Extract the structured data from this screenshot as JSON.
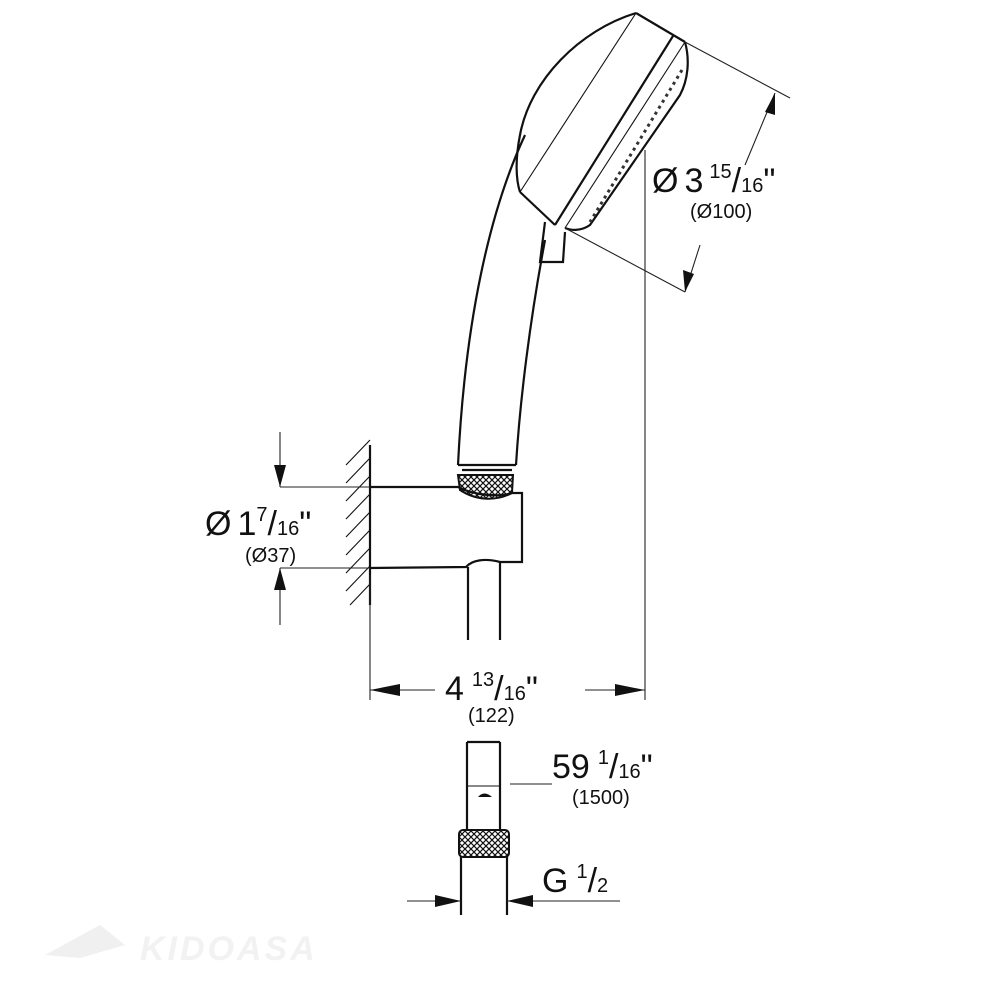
{
  "dimensions": {
    "head_diameter": {
      "symbol": "Ø",
      "whole": "3",
      "num": "15",
      "slash": "/",
      "den": "16",
      "unit": "\"",
      "metric": "(Ø100)"
    },
    "bracket_diameter": {
      "symbol": "Ø",
      "whole": "1",
      "num": "7",
      "slash": "/",
      "den": "16",
      "unit": "\"",
      "metric": "(Ø37)"
    },
    "projection": {
      "whole": "4",
      "num": "13",
      "slash": "/",
      "den": "16",
      "unit": "\"",
      "metric": "(122)"
    },
    "hose_length": {
      "whole": "59",
      "num": "1",
      "slash": "/",
      "den": "16",
      "unit": "\"",
      "metric": "(1500)"
    },
    "thread": {
      "prefix": "G",
      "num": "1",
      "slash": "/",
      "den": "2"
    }
  },
  "watermark": {
    "text": "KIDOASA"
  }
}
